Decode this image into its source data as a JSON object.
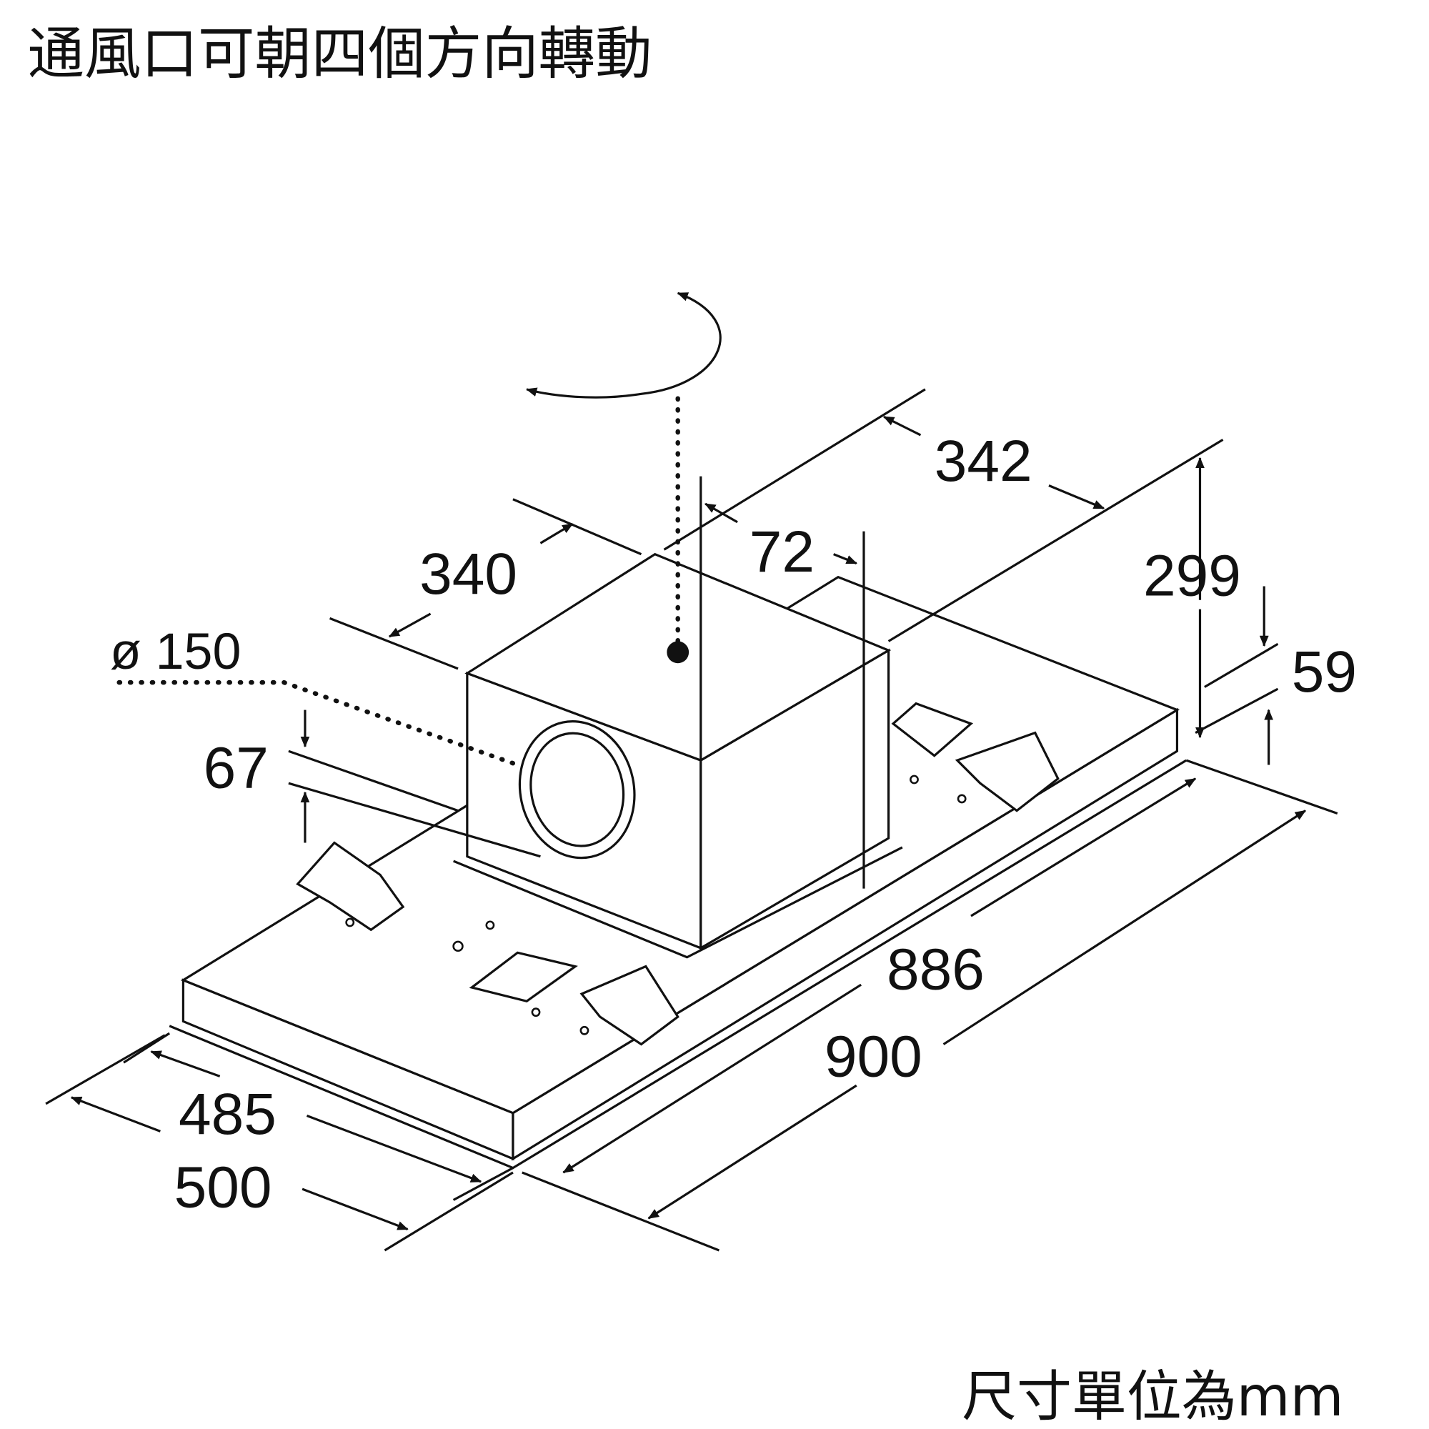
{
  "title": "通風口可朝四個方向轉動",
  "unit_note": "尺寸單位為mm",
  "dimensions": {
    "box_depth": "340",
    "box_offset": "72",
    "box_to_back": "342",
    "total_height": "299",
    "panel_height": "59",
    "duct_diameter": "ø 150",
    "duct_height": "67",
    "inner_length": "886",
    "outer_length": "900",
    "inner_width": "485",
    "outer_width": "500"
  }
}
